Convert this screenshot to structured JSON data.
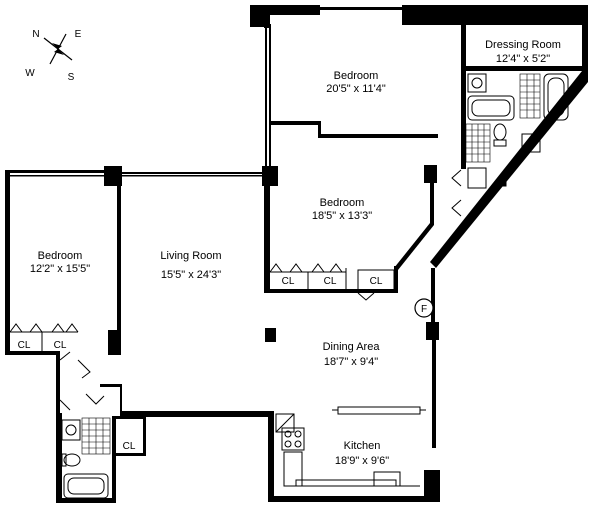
{
  "compass": {
    "n": "N",
    "e": "E",
    "s": "S",
    "w": "W"
  },
  "rooms": {
    "dressing": {
      "name": "Dressing Room",
      "size": "12'4\" x 5'2\""
    },
    "bedroom_top": {
      "name": "Bedroom",
      "size": "20'5\" x 11'4\""
    },
    "bedroom_mid": {
      "name": "Bedroom",
      "size": "18'5\" x 13'3\""
    },
    "bedroom_left": {
      "name": "Bedroom",
      "size": "12'2\" x 15'5\""
    },
    "living": {
      "name": "Living Room",
      "size": "15'5\" x 24'3\""
    },
    "dining": {
      "name": "Dining Area",
      "size": "18'7\" x 9'4\""
    },
    "kitchen": {
      "name": "Kitchen",
      "size": "18'9\" x 9'6\""
    }
  },
  "closet_label": "CL",
  "fireplace_label": "F"
}
